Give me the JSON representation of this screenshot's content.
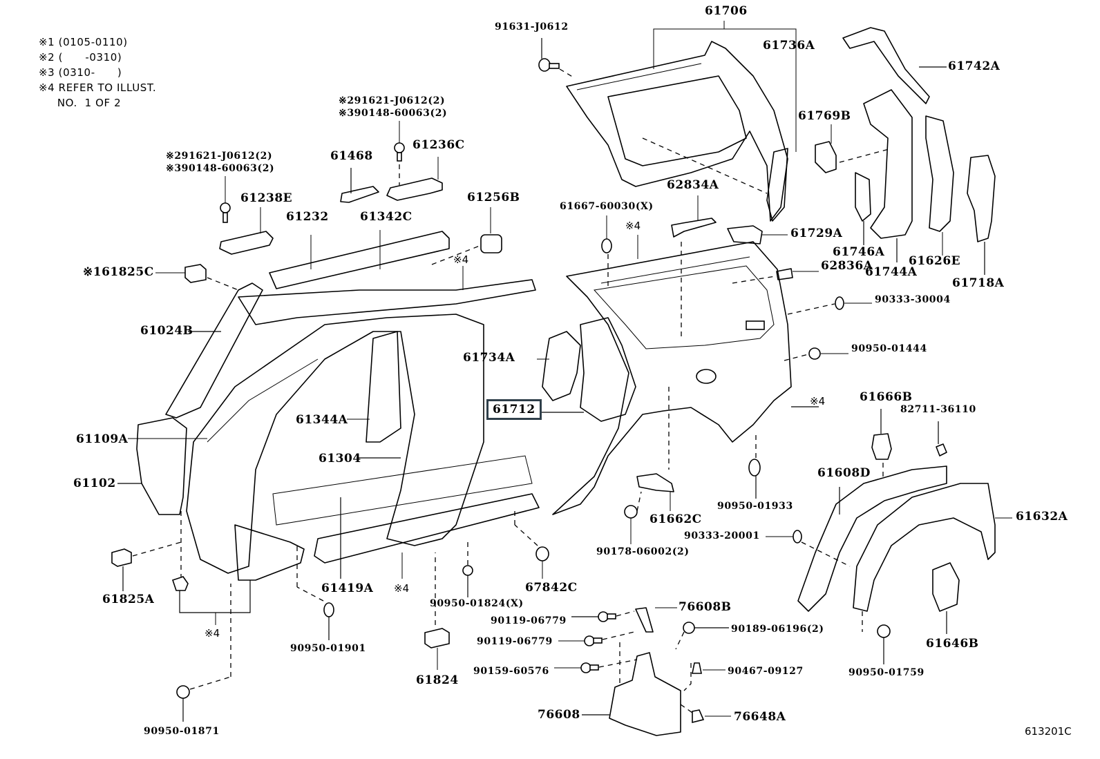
{
  "diagram": {
    "type": "parts-exploded-view",
    "figure_code": "613201C",
    "highlighted_part": "61712",
    "notes": [
      {
        "mark": "※1",
        "text": "※1 (0105-0110)"
      },
      {
        "mark": "※2",
        "text": "※2 (      -0310)"
      },
      {
        "mark": "※3",
        "text": "※3 (0310-      )"
      },
      {
        "mark": "※4",
        "text": "※4 REFER TO ILLUST."
      },
      {
        "mark": "",
        "text": "     NO.  1 OF 2"
      }
    ],
    "callouts": {
      "p91631_J0612": "91631-J0612",
      "p61706": "61706",
      "p61736A": "61736A",
      "p61742A": "61742A",
      "p61769B": "61769B",
      "p2_91621_top": "※291621-J0612(2)",
      "p3_90148_top": "※390148-60063(2)",
      "p61236C": "61236C",
      "p61468": "61468",
      "p2_91621_left": "※291621-J0612(2)",
      "p3_90148_left": "※390148-60063(2)",
      "p61238E": "61238E",
      "p61232": "61232",
      "p61342C": "61342C",
      "p61256B": "61256B",
      "p62834A": "62834A",
      "p61667_60030": "61667-60030(X)",
      "p_ref4_a": "※4",
      "p61729A": "61729A",
      "p61746A": "61746A",
      "p61744A": "61744A",
      "p61626E": "61626E",
      "p61718A": "61718A",
      "p62836A": "62836A",
      "p90333_30004": "90333-30004",
      "p1_61825C": "※161825C",
      "p_ref4_b": "※4",
      "p61024B": "61024B",
      "p90950_01444": "90950-01444",
      "p61734A": "61734A",
      "p61712": "61712",
      "p_ref4_c": "※4",
      "p61666B": "61666B",
      "p82711_36110": "82711-36110",
      "p61344A": "61344A",
      "p61109A": "61109A",
      "p61304": "61304",
      "p61102": "61102",
      "p61608D": "61608D",
      "p61632A": "61632A",
      "p61662C": "61662C",
      "p90950_01933": "90950-01933",
      "p90333_20001": "90333-20001",
      "p90178_06002": "90178-06002(2)",
      "p61825A": "61825A",
      "p61419A": "61419A",
      "p_ref4_d": "※4",
      "p67842C": "67842C",
      "p90950_01824": "90950-01824(X)",
      "p76608B": "76608B",
      "p90119_06779_a": "90119-06779",
      "p90119_06779_b": "90119-06779",
      "p90189_06196": "90189-06196(2)",
      "p90159_60576": "90159-60576",
      "p90467_09127": "90467-09127",
      "p_ref4_e": "※4",
      "p90950_01901": "90950-01901",
      "p61824": "61824",
      "p90950_01759": "90950-01759",
      "p61646B": "61646B",
      "p76608": "76608",
      "p76648A": "76648A",
      "p90950_01871": "90950-01871"
    }
  }
}
